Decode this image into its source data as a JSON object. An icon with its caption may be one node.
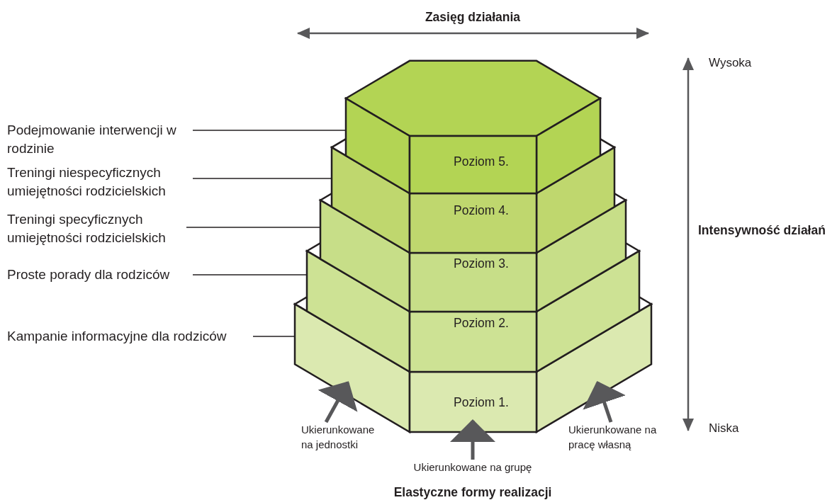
{
  "diagram": {
    "nodes": [
      {
        "text": [
          "Podejmowanie interwencji w rodzinie"
        ]
      },
      {
        "text": [
          "Treningi niespecyficznych umiejętności rodzicielskich"
        ]
      },
      {
        "text": [
          "Treningi specyficznych umiejętności rodzicielskich"
        ]
      },
      {
        "text": [
          "Proste porady dla rodziców"
        ]
      },
      {
        "text": [
          "Kampanie informacyjne dla rodziców"
        ]
      },
      {
        "text": [
          "Poziom 5."
        ]
      },
      {
        "text": [
          "Poziom 4."
        ]
      },
      {
        "text": [
          "Poziom 3."
        ]
      },
      {
        "text": [
          "Poziom 2."
        ]
      },
      {
        "text": [
          "Poziom 1."
        ]
      },
      {
        "text": [
          "Ukierunkowane na jednostki"
        ]
      },
      {
        "text": [
          "Ukierunkowane na grupę"
        ]
      },
      {
        "text": [
          "Ukierunkowane na pracę własną"
        ]
      }
    ],
    "edges": [
      {
        "from": 0,
        "to": 5,
        "arrow": "none"
      },
      {
        "from": 1,
        "to": 6,
        "arrow": "none"
      },
      {
        "from": 2,
        "to": 7,
        "arrow": "none"
      },
      {
        "from": 3,
        "to": 8,
        "arrow": "none"
      },
      {
        "from": 4,
        "to": 9,
        "arrow": "none"
      },
      {
        "from": 10,
        "to": 9,
        "arrow": "to",
        "style": "thick",
        "color": "#58585a"
      },
      {
        "from": 11,
        "to": 9,
        "arrow": "to",
        "style": "thick",
        "color": "#58585a"
      },
      {
        "from": 12,
        "to": 9,
        "arrow": "to",
        "style": "thick",
        "color": "#58585a"
      }
    ],
    "labels": [
      "Zasięg działania",
      "Wysoka",
      "Intensywność działań",
      "Niska",
      "Elastyczne formy realizacji"
    ]
  }
}
